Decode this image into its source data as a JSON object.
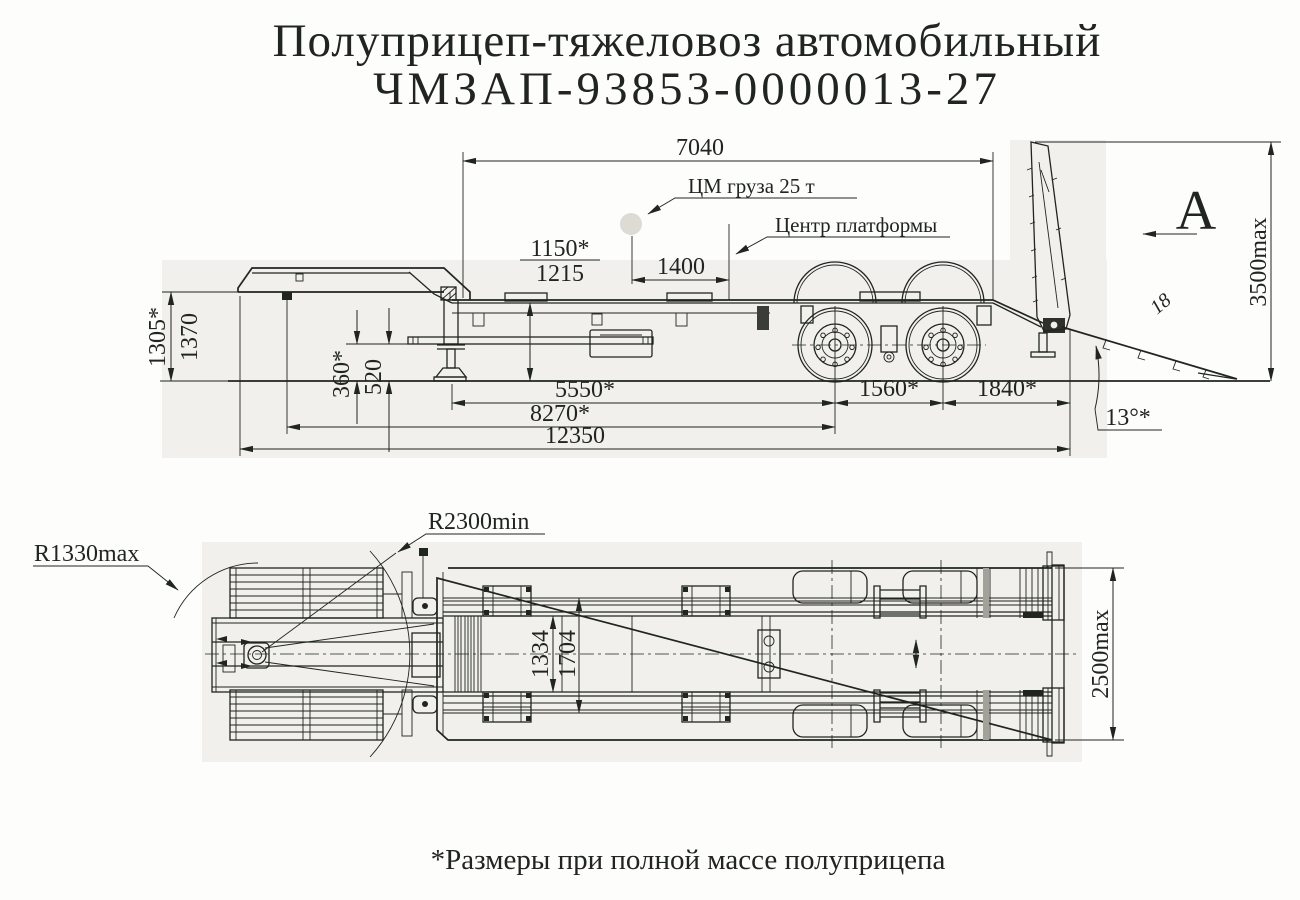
{
  "title": {
    "line1": "Полуприцеп-тяжеловоз автомобильный",
    "line2": "ЧМЗАП-93853-0000013-27"
  },
  "footnote": "*Размеры при полной массе полуприцепа",
  "side_view": {
    "platform_length": "7040",
    "cg_label": "ЦМ груза 25 т",
    "platform_center_label": "Центр платформы",
    "cg_offset": "1400",
    "deck_height_laden": "1150*",
    "deck_height_empty": "1215",
    "front_height_laden": "1305*",
    "front_height_empty": "1370",
    "clearance_laden": "360*",
    "clearance_empty": "520",
    "base_legs_to_axle": "5550*",
    "base_kingpin_to_axle": "8270*",
    "overall_length": "12350",
    "axle_spacing": "1560*",
    "rear_overhang": "1840*",
    "ramp_angle": "13°*",
    "ramp_item_no": "18",
    "view_arrow_label": "A",
    "height_max": "3500max"
  },
  "top_view": {
    "turn_radius_min": "R2300min",
    "turn_radius_max": "R1330max",
    "well_width": "1334",
    "frame_width": "1704",
    "width_max": "2500max"
  }
}
